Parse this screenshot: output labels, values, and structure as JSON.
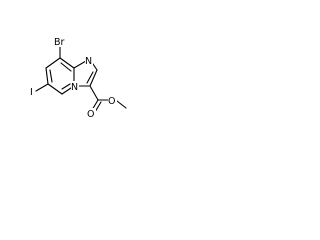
{
  "diagram": {
    "type": "chemical-structure",
    "atoms": {
      "br": "Br",
      "i": "I",
      "n_imidazole": "N",
      "n_bridge": "N",
      "o_carbonyl": "O",
      "o_ester": "O"
    }
  }
}
